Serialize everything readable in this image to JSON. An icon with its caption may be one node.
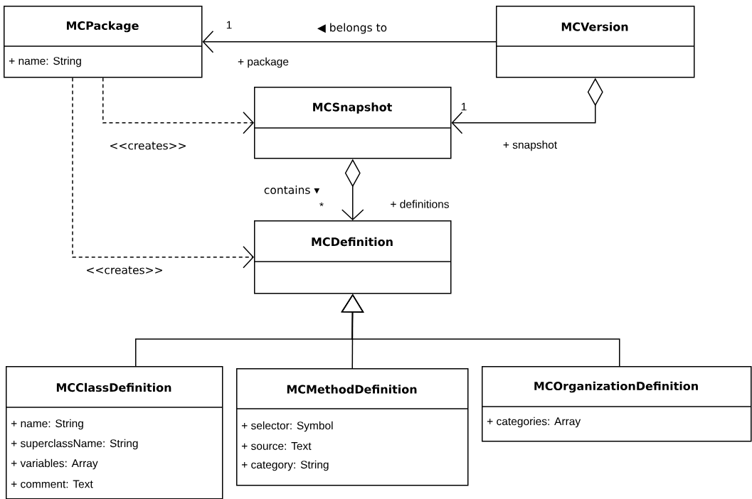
{
  "diagram": {
    "nodes": [
      {
        "text": [
          "MCPackage",
          "+ name: String"
        ]
      },
      {
        "text": [
          "MCVersion"
        ]
      },
      {
        "text": [
          "MCSnapshot"
        ]
      },
      {
        "text": [
          "MCDefinition"
        ]
      },
      {
        "text": [
          "MCClassDefinition",
          "+ name: String",
          "+ superclassName: String",
          "+ variables: Array",
          "+ comment: Text"
        ]
      },
      {
        "text": [
          "MCMethodDefinition",
          "+ selector: Symbol",
          "+ source: Text",
          "+ category: String"
        ]
      },
      {
        "text": [
          "MCOrganizationDefinition",
          "+ categories: Array"
        ]
      }
    ],
    "edges": [
      {
        "from": 1,
        "to": 0,
        "arrow": "to",
        "label": "◀ belongs to"
      },
      {
        "from": 1,
        "to": 2,
        "arrow": "to"
      },
      {
        "from": 2,
        "to": 3,
        "arrow": "to",
        "label": "contains ▾"
      },
      {
        "from": 0,
        "to": 2,
        "arrow": "to",
        "style": "dashed",
        "label": "<<creates>>"
      },
      {
        "from": 0,
        "to": 3,
        "arrow": "to",
        "style": "dashed",
        "label": "<<creates>>"
      },
      {
        "from": 4,
        "to": 3,
        "arrow": "to"
      },
      {
        "from": 5,
        "to": 3,
        "arrow": "to"
      },
      {
        "from": 6,
        "to": 3,
        "arrow": "to"
      }
    ],
    "labels": [
      "1",
      "+ package",
      "1",
      "+ snapshot",
      "*",
      "+ definitions"
    ]
  }
}
